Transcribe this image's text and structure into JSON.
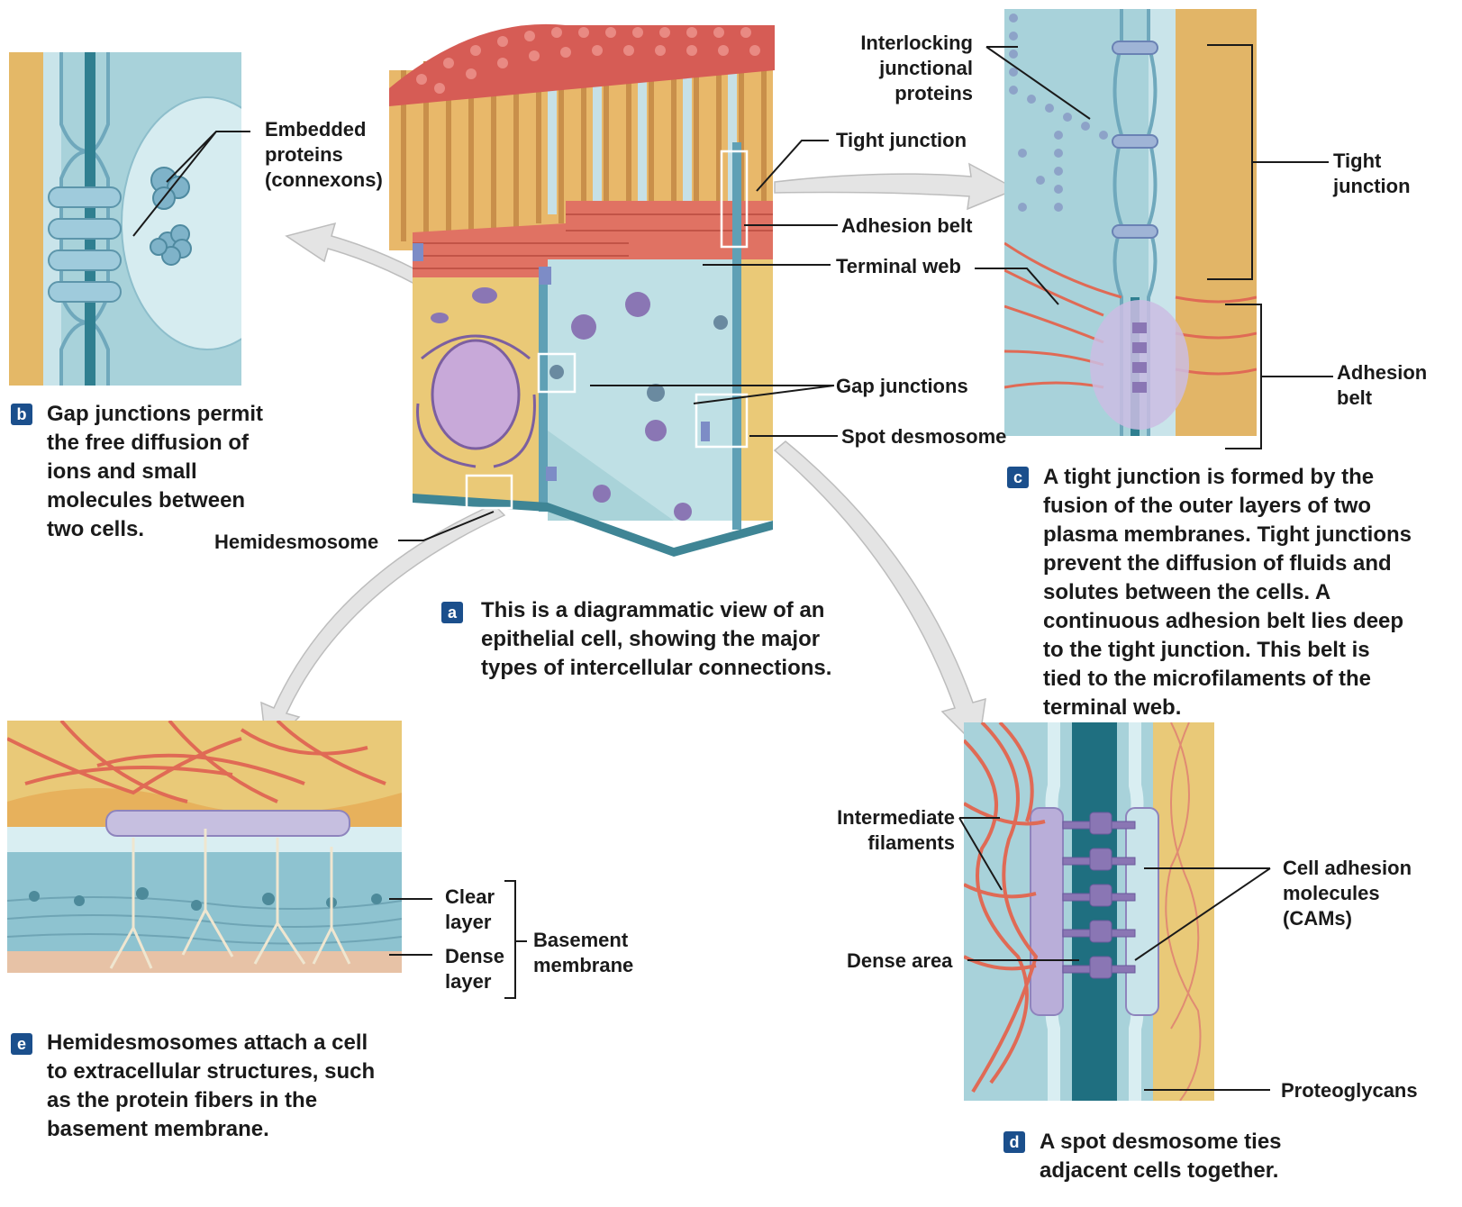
{
  "colors": {
    "cell_yellow": "#e9c978",
    "cell_blue": "#a9d3d9",
    "membrane": "#cfe8ee",
    "protein": "#7fb3c9",
    "filament": "#e06a55",
    "desmosome": "#b9aed9",
    "badge": "#1b4f8c",
    "arrow": "#e2e2e2"
  },
  "labels": {
    "embedded_proteins": [
      "Embedded",
      "proteins",
      "(connexons)"
    ],
    "interlocking": [
      "Interlocking",
      "junctional",
      "proteins"
    ],
    "tight_junction_a": "Tight junction",
    "adhesion_belt_a": "Adhesion belt",
    "terminal_web": "Terminal web",
    "gap_junctions": "Gap junctions",
    "spot_desmosome": "Spot desmosome",
    "hemidesmosome": "Hemidesmosome",
    "tight_junction_c": [
      "Tight",
      "junction"
    ],
    "adhesion_belt_c": [
      "Adhesion",
      "belt"
    ],
    "clear_layer": [
      "Clear",
      "layer"
    ],
    "dense_layer": [
      "Dense",
      "layer"
    ],
    "basement_membrane": [
      "Basement",
      "membrane"
    ],
    "intermediate_filaments": [
      "Intermediate",
      "filaments"
    ],
    "dense_area": "Dense area",
    "cams": [
      "Cell adhesion",
      "molecules",
      "(CAMs)"
    ],
    "proteoglycans": "Proteoglycans"
  },
  "captions": {
    "a": {
      "badge": "a",
      "lines": [
        "This is a diagrammatic view of an",
        "epithelial cell, showing the major",
        "types of intercellular connections."
      ]
    },
    "b": {
      "badge": "b",
      "lines": [
        "Gap junctions permit",
        "the free diffusion of",
        "ions and small",
        "molecules between",
        "two cells."
      ]
    },
    "c": {
      "badge": "c",
      "lines": [
        "A tight junction is formed by the",
        "fusion of the outer layers of two",
        "plasma membranes. Tight junctions",
        "prevent the diffusion of fluids and",
        "solutes between the cells. A",
        "continuous adhesion belt lies deep",
        "to the tight junction. This belt is",
        "tied to the microfilaments of the",
        "terminal web."
      ]
    },
    "d": {
      "badge": "d",
      "lines": [
        "A spot desmosome ties",
        "adjacent cells together."
      ]
    },
    "e": {
      "badge": "e",
      "lines": [
        "Hemidesmosomes attach a cell",
        "to extracellular structures, such",
        "as the protein fibers in the",
        "basement membrane."
      ]
    }
  }
}
